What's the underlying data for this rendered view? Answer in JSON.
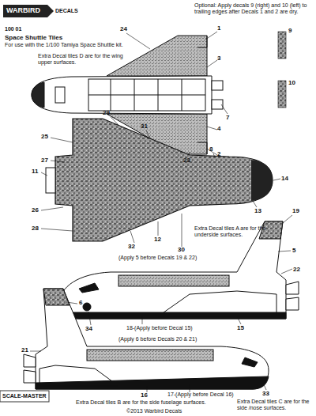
{
  "diagram": {
    "title": "Space Shuttle Tiles",
    "labels": [
      "WARBIRD",
      "DECALS",
      "100 01",
      "For use with the 1/100 Tamiya Space Shuttle kit.",
      "Optional: Apply decals 9 (right) and 10 (left) to trailing edges after Decals 1 and 2 are dry.",
      "Extra Decal tiles D are for the wing upper surfaces.",
      "24",
      "1",
      "3",
      "7",
      "4",
      "2",
      "23",
      "9",
      "10",
      "29",
      "25",
      "27",
      "11",
      "31",
      "8",
      "14",
      "26",
      "28",
      "12",
      "13",
      "Extra Decal tiles A are for the underside surfaces.",
      "32",
      "30",
      "(Apply 5 before Decals 19 & 22)",
      "19",
      "5",
      "22",
      "34",
      "18-(Apply before Decal 15)",
      "15",
      "6",
      "(Apply 6 before Decals 20 & 21)",
      "21",
      "16",
      "17-(Apply before Decal 16)",
      "Extra Decal tiles B are for the side fuselage surfaces.",
      "33",
      "Extra Decal tiles C are for the side /nose surfaces.",
      "SCALE-MASTER",
      "©2013 Warbird Decals"
    ]
  }
}
